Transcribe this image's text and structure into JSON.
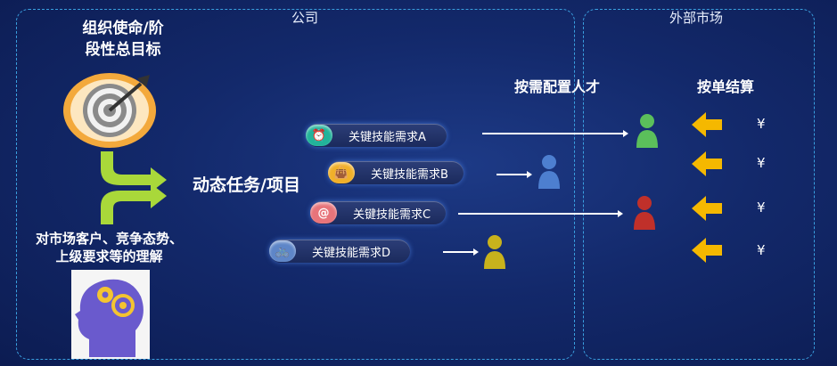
{
  "panels": {
    "company_title": "公司",
    "market_title": "外部市场"
  },
  "left": {
    "mission_line1": "组织使命/阶",
    "mission_line2": "段性总目标",
    "market_line1": "对市场客户、竞争态势、",
    "market_line2": "上级要求等的理解"
  },
  "center": {
    "dynamic_task": "动态任务/项目",
    "talent_heading": "按需配置人才",
    "settle_heading": "按单结算"
  },
  "skills": [
    {
      "label": "关键技能需求A",
      "icon": "alarm-clock-icon",
      "color": "#22b39a"
    },
    {
      "label": "关键技能需求B",
      "icon": "bag-icon",
      "color": "#f0b02a"
    },
    {
      "label": "关键技能需求C",
      "icon": "at-icon",
      "color": "#e7747a"
    },
    {
      "label": "关键技能需求D",
      "icon": "bicycle-icon",
      "color": "#5e86c8"
    }
  ],
  "people_colors": [
    "#5bbf5b",
    "#4d7fd0",
    "#c0302a",
    "#c8b21c"
  ],
  "yen": [
    "¥",
    "¥",
    "¥",
    "¥"
  ],
  "colors": {
    "accent_arrow": "#f5b800",
    "bracket": "#a9d83a",
    "panel_border": "#3aa0e0"
  }
}
